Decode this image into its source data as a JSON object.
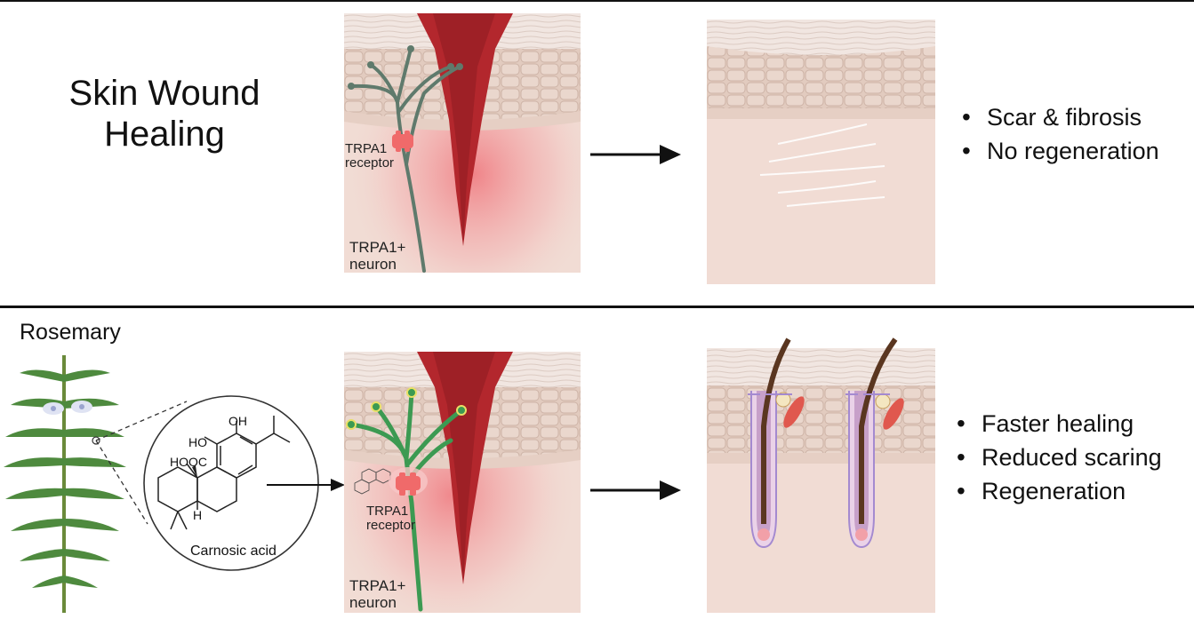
{
  "top": {
    "title_line1": "Skin Wound",
    "title_line2": "Healing",
    "receptor_label_line1": "TRPA1",
    "receptor_label_line2": "receptor",
    "neuron_label_line1": "TRPA1+",
    "neuron_label_line2": "neuron",
    "outcomes": [
      "Scar & fibrosis",
      "No regeneration"
    ]
  },
  "bottom": {
    "plant_label": "Rosemary",
    "molecule_name": "Carnosic acid",
    "molecule_groups": {
      "oh_top": "OH",
      "ho": "HO",
      "hooc": "HOOC",
      "h": "H"
    },
    "receptor_label_line1": "TRPA1",
    "receptor_label_line2": "receptor",
    "neuron_label_line1": "TRPA1+",
    "neuron_label_line2": "neuron",
    "outcomes": [
      "Faster healing",
      "Reduced scaring",
      "Regeneration"
    ]
  },
  "colors": {
    "wound": "#b3272d",
    "nerve_plain": "#5f7a6c",
    "nerve_active": "#3c9a52",
    "receptor": "#f06a6a",
    "skin_top": "#efe3dd",
    "dermis": "#f1dcd4",
    "plant": "#4e8a3e"
  },
  "icons": {
    "arrow": "right-arrow-icon",
    "flower": "rosemary-flower-icon"
  }
}
